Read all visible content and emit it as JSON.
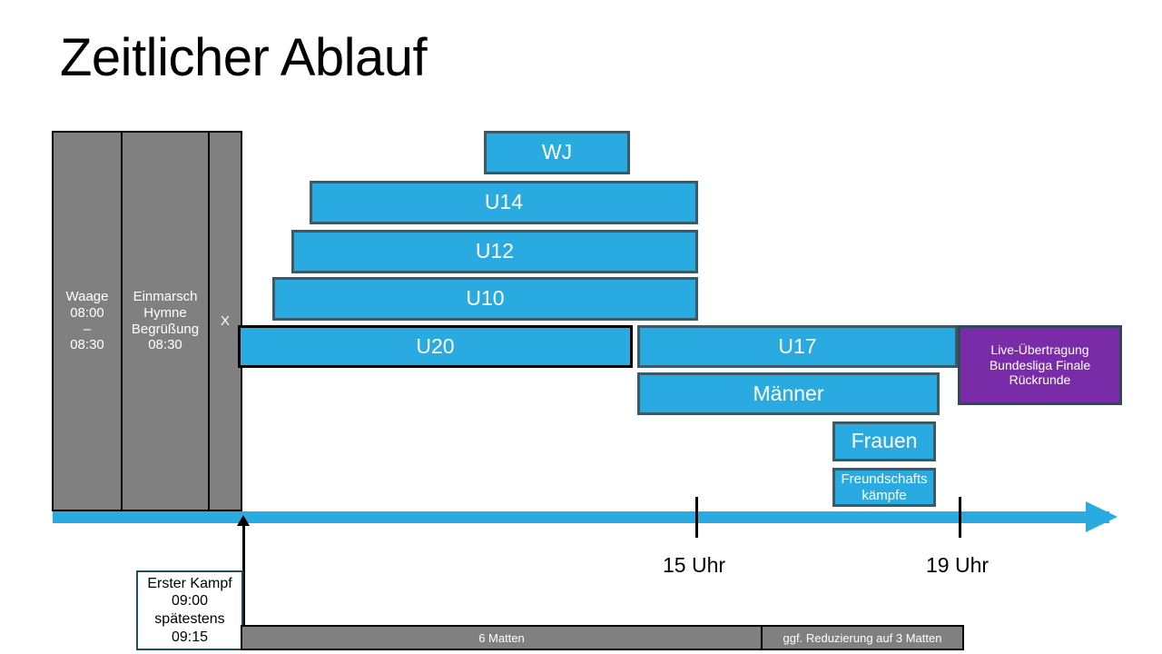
{
  "slide": {
    "title": "Zeitlicher Ablauf",
    "background": "#ffffff"
  },
  "colors": {
    "blue": "#29ABE2",
    "blue_border": "#3C5968",
    "gray": "#808080",
    "purple": "#7A2CA8",
    "black": "#000000",
    "callout_border": "#1F4E5F"
  },
  "prep_blocks": [
    {
      "id": "waage",
      "label": "Waage\n08:00\n–\n08:30",
      "lines": [
        "Waage",
        "08:00",
        "–",
        "08:30"
      ]
    },
    {
      "id": "einmarsch",
      "label": "Einmarsch Hymne Begrüßung 08:30",
      "lines": [
        "Einmarsch",
        "Hymne",
        "Begrüßung",
        "08:30"
      ]
    },
    {
      "id": "x",
      "label": "X",
      "lines": [
        "X"
      ]
    }
  ],
  "age_bars": [
    {
      "id": "wj",
      "label": "WJ"
    },
    {
      "id": "u14",
      "label": "U14"
    },
    {
      "id": "u12",
      "label": "U12"
    },
    {
      "id": "u10",
      "label": "U10"
    },
    {
      "id": "u20",
      "label": "U20"
    },
    {
      "id": "u17",
      "label": "U17"
    },
    {
      "id": "maenner",
      "label": "Männer"
    },
    {
      "id": "frauen",
      "label": "Frauen"
    },
    {
      "id": "freundschaftskaempfe",
      "label": "Freundschafts\nkämpfe",
      "lines": [
        "Freundschafts",
        "kämpfe"
      ]
    }
  ],
  "broadcast": {
    "lines": [
      "Live-Übertragung",
      "Bundesliga Finale",
      "Rückrunde"
    ],
    "line1": "Live-Übertragung",
    "line2": "Bundesliga Finale",
    "line3": "Rückrunde"
  },
  "timeline": {
    "ticks": [
      {
        "id": "15-uhr",
        "label": "15 Uhr"
      },
      {
        "id": "19-uhr",
        "label": "19 Uhr"
      }
    ]
  },
  "callout": {
    "lines": [
      "Erster Kampf",
      "09:00",
      "spätestens",
      "09:15"
    ],
    "line1": "Erster Kampf",
    "line2": "09:00",
    "line3": "spätestens",
    "line4": "09:15"
  },
  "mat_segments": [
    {
      "id": "6-matten",
      "label": "6 Matten"
    },
    {
      "id": "reduzierung",
      "label": "ggf. Reduzierung auf 3 Matten"
    }
  ]
}
